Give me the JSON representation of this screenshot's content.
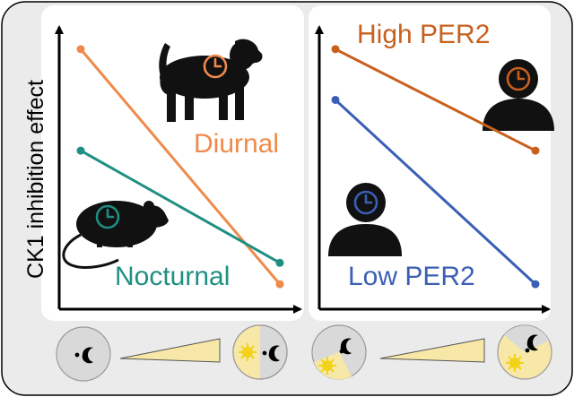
{
  "figure": {
    "y_axis_label": "CK1 inhibition effect",
    "panels": [
      {
        "id": "species",
        "series": [
          {
            "name": "Diurnal",
            "color": "#f08a4b",
            "start": 0.93,
            "end": 0.05
          },
          {
            "name": "Nocturnal",
            "color": "#1f8f82",
            "start": 0.55,
            "end": 0.13
          }
        ],
        "icons": [
          "baboon-icon",
          "mouse-icon",
          "clock-icon"
        ]
      },
      {
        "id": "per2",
        "series": [
          {
            "name": "High PER2",
            "color": "#c8601e",
            "start": 0.93,
            "end": 0.55
          },
          {
            "name": "Low PER2",
            "color": "#3a5fb5",
            "start": 0.74,
            "end": 0.05
          }
        ],
        "icons": [
          "person-icon",
          "clock-icon"
        ]
      }
    ],
    "x_axis_icons": [
      "moon-icon",
      "sun-icon",
      "light-gradient-wedge"
    ],
    "colors": {
      "axis": "#000000",
      "frame_bg": "#ebebeb",
      "wedge": "#f7e8a8",
      "sun": "#f3d21a"
    }
  }
}
